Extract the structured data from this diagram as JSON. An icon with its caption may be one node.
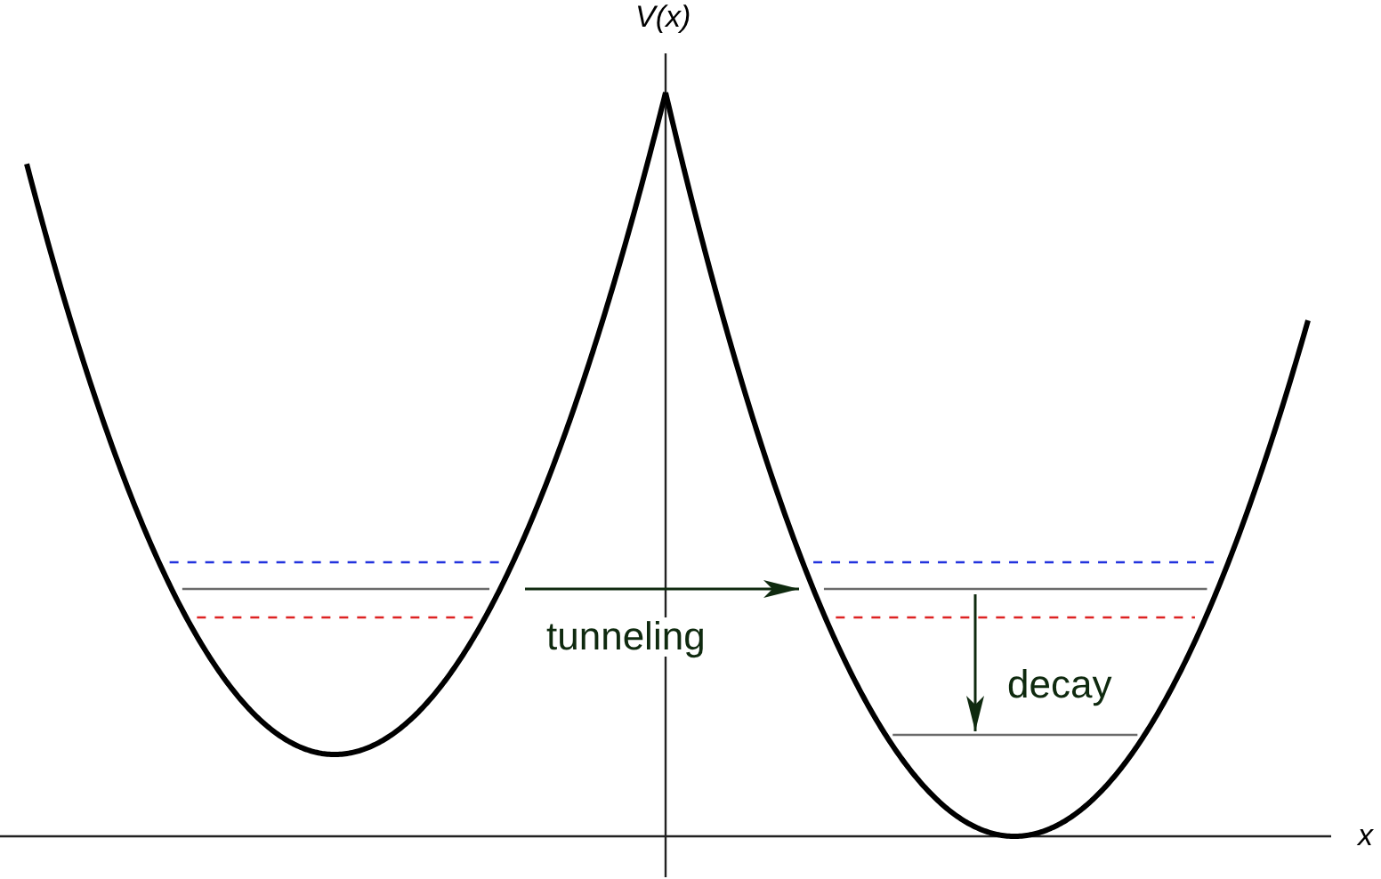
{
  "diagram": {
    "labels": [
      "V(x)",
      "tunneling",
      "decay",
      "x"
    ]
  }
}
